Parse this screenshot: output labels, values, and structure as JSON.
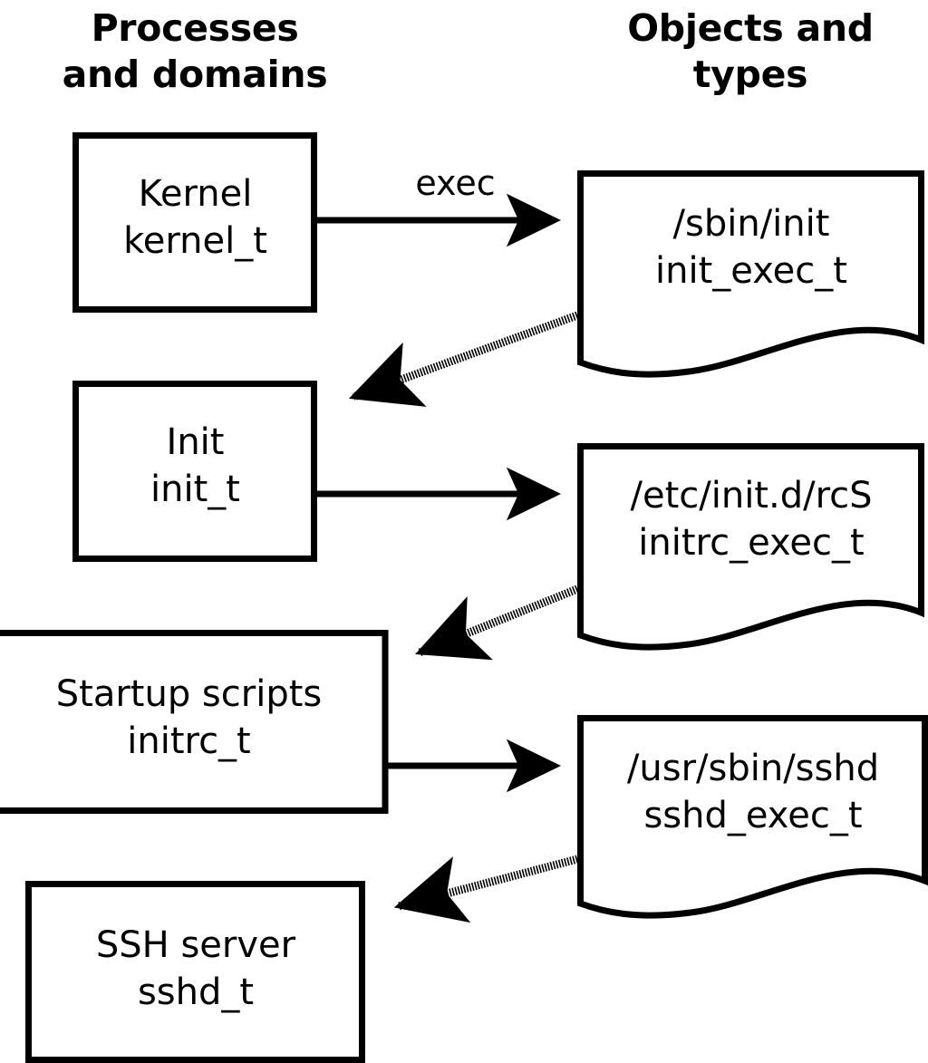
{
  "diagram": {
    "title_left": "Processes\nand domains",
    "title_right": "Objects and\ntypes",
    "stroke_color": "#000000",
    "background_color": "#ffffff",
    "process_nodes": [
      {
        "id": "kernel",
        "label": "Kernel\nkernel_t",
        "line1": "Kernel",
        "line2": "kernel_t"
      },
      {
        "id": "init",
        "label": "Init\ninit_t",
        "line1": "Init",
        "line2": "init_t"
      },
      {
        "id": "initrc",
        "label": "Startup scripts\ninitrc_t",
        "line1": "Startup scripts",
        "line2": "initrc_t"
      },
      {
        "id": "sshd",
        "label": "SSH server\nsshd_t",
        "line1": "SSH server",
        "line2": "sshd_t"
      }
    ],
    "object_nodes": [
      {
        "id": "init_exec",
        "label": "/sbin/init\ninit_exec_t",
        "line1": "/sbin/init",
        "line2": "init_exec_t"
      },
      {
        "id": "initrc_exec",
        "label": "/etc/init.d/rcS\ninitrc_exec_t",
        "line1": "/etc/init.d/rcS",
        "line2": "initrc_exec_t"
      },
      {
        "id": "sshd_exec",
        "label": "/usr/sbin/sshd\nsshd_exec_t",
        "line1": "/usr/sbin/sshd",
        "line2": "sshd_exec_t"
      }
    ],
    "edges": [
      {
        "id": "kernel-exec-init_exec",
        "from": "kernel",
        "to": "init_exec",
        "label": "exec",
        "style": "solid"
      },
      {
        "id": "init_exec-to-init",
        "from": "init_exec",
        "to": "init",
        "label": "",
        "style": "dotted"
      },
      {
        "id": "init-exec-initrc_exec",
        "from": "init",
        "to": "initrc_exec",
        "label": "",
        "style": "solid"
      },
      {
        "id": "initrc_exec-to-initrc",
        "from": "initrc_exec",
        "to": "initrc",
        "label": "",
        "style": "dotted"
      },
      {
        "id": "initrc-exec-sshd_exec",
        "from": "initrc",
        "to": "sshd_exec",
        "label": "",
        "style": "solid"
      },
      {
        "id": "sshd_exec-to-sshd",
        "from": "sshd_exec",
        "to": "sshd",
        "label": "",
        "style": "dotted"
      }
    ]
  }
}
